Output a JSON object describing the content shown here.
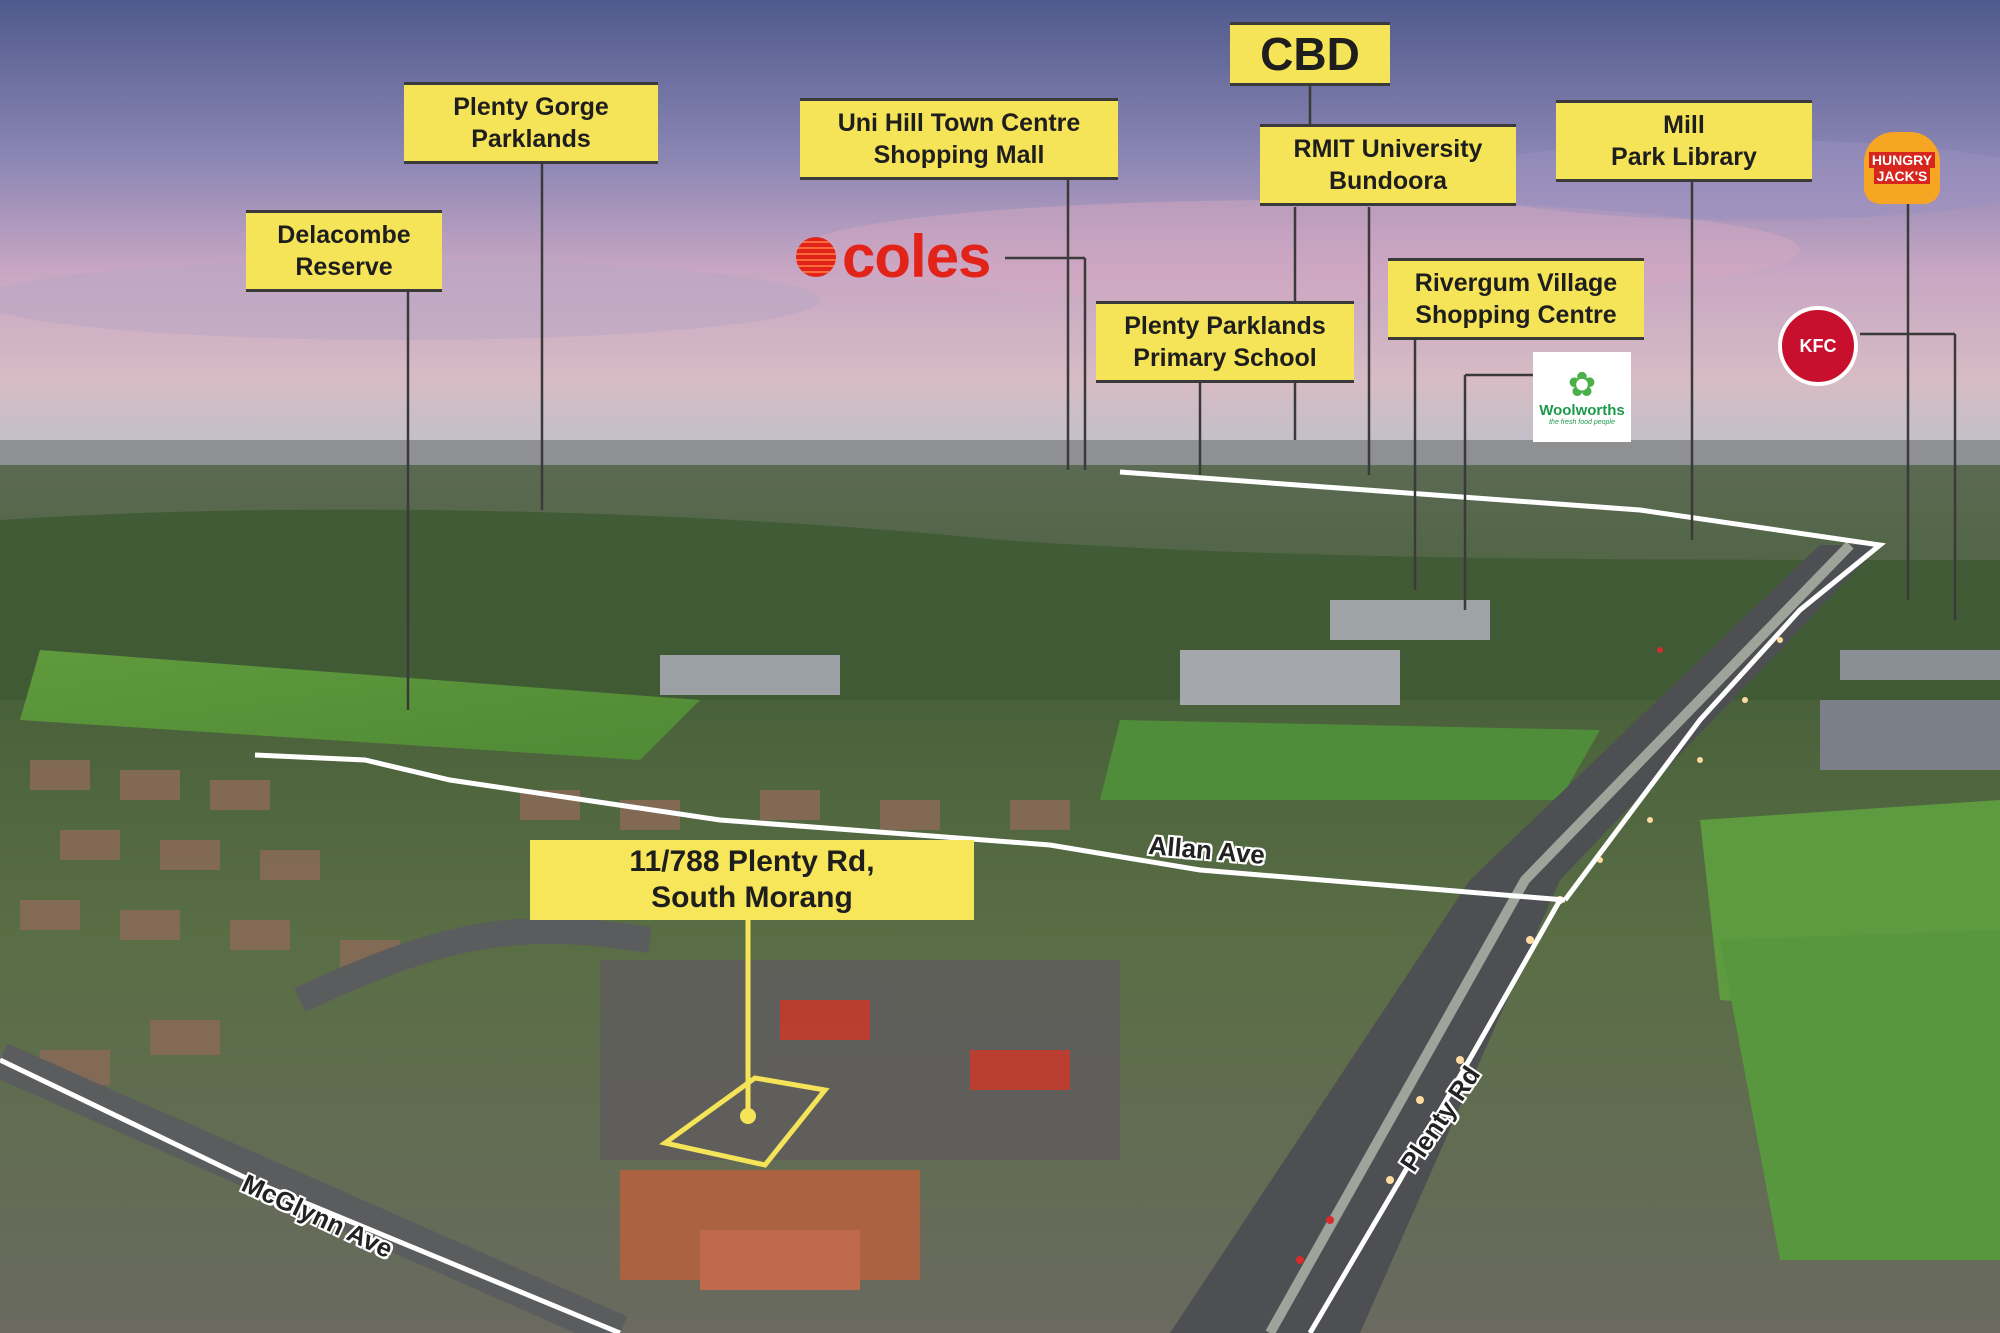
{
  "map": {
    "kind": "aerial-property-location-map",
    "colors": {
      "label_fill": "#f6e458",
      "road_outline": "#ffffff",
      "pointer_line": "#3a3a3a"
    }
  },
  "labels": {
    "cbd": "CBD",
    "delacombe": "Delacombe\nReserve",
    "plenty_gorge": "Plenty Gorge\nParklands",
    "uni_hill": "Uni Hill Town Centre\nShopping Mall",
    "rmit": "RMIT University\nBundoora",
    "mill_park": "Mill\nPark Library",
    "plenty_parklands_school": "Plenty Parklands\nPrimary School",
    "rivergum": "Rivergum Village\nShopping Centre",
    "property_address": "11/788 Plenty Rd,\nSouth Morang"
  },
  "logos": {
    "coles": {
      "name": "coles-logo",
      "text": "coles"
    },
    "woolworths": {
      "name": "woolworths-logo",
      "text": "Woolworths",
      "tagline": "the fresh food people"
    },
    "hungry_jacks": {
      "name": "hungry-jacks-logo",
      "line1": "HUNGRY",
      "line2": "JACK'S"
    },
    "kfc": {
      "name": "kfc-logo",
      "text": "KFC"
    }
  },
  "streets": {
    "allan": "Allan Ave",
    "plenty_rd": "Plenty Rd",
    "mcglynn": "McGlynn Ave"
  }
}
